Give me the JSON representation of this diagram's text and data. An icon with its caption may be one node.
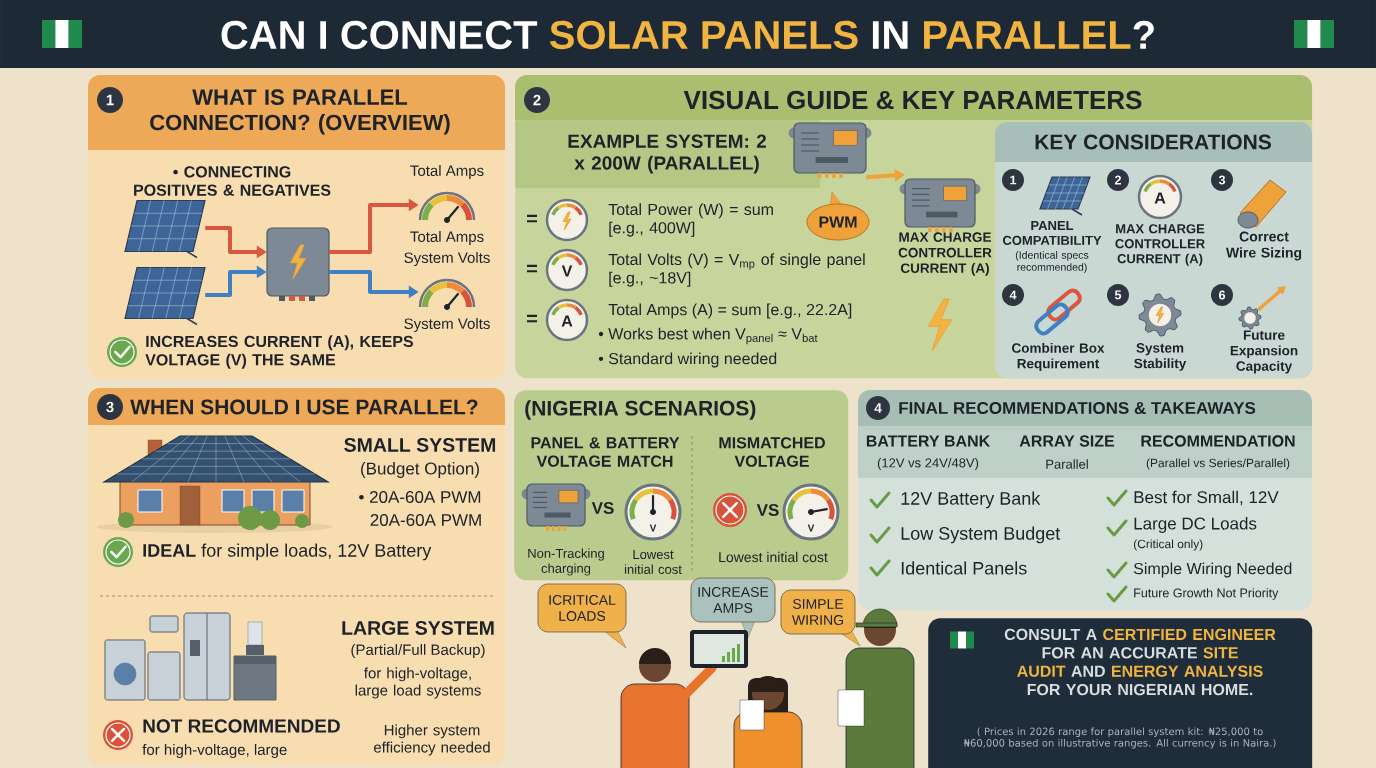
{
  "diagram": {
    "title": "CAN I CONNECT **SOLAR PANELS** IN **PARALLEL**?",
    "nodes": [
      {
        "text": [
          "WHAT IS PARALLEL CONNECTION? (OVERVIEW)",
          "• CONNECTING POSITIVES & NEGATIVES",
          "INCREASES CURRENT (A), KEEPS VOLTAGE (V) THE SAME"
        ]
      },
      {
        "text": [
          "1"
        ],
        "in": 0
      },
      {
        "text": [],
        "shape": "picture",
        "in": 0
      },
      {
        "text": [],
        "shape": "picture",
        "in": 0
      },
      {
        "text": [],
        "shape": "picture",
        "in": 0
      },
      {
        "text": [],
        "shape": "picture",
        "in": 0,
        "beside": [
          "Total Amps",
          "Total Amps"
        ]
      },
      {
        "text": [],
        "shape": "picture",
        "in": 0,
        "beside": [
          "System Volts",
          "System Volts"
        ]
      },
      {
        "text": [
          "VISUAL GUIDE & KEY PARAMETERS"
        ]
      },
      {
        "text": [
          "2"
        ],
        "in": 7
      },
      {
        "text": [
          "EXAMPLE SYSTEM: 2 x 200W (PARALLEL)"
        ],
        "in": 7
      },
      {
        "text": [],
        "shape": "circle",
        "in": 7
      },
      {
        "text": [
          "V"
        ],
        "in": 7
      },
      {
        "text": [
          "A"
        ],
        "in": 7
      },
      {
        "text": [],
        "shape": "picture",
        "in": 7
      },
      {
        "text": [],
        "shape": "picture",
        "in": 7,
        "beside": [
          "MAX CHARGE CONTROLLER CURRENT (A)"
        ]
      },
      {
        "text": [
          "PWM"
        ],
        "in": 7
      },
      {
        "text": [
          "KEY CONSIDERATIONS"
        ],
        "in": 7
      },
      {
        "text": [
          "1"
        ],
        "in": 16
      },
      {
        "text": [
          "2"
        ],
        "in": 16
      },
      {
        "text": [
          "3"
        ],
        "in": 16
      },
      {
        "text": [
          "4"
        ],
        "in": 16
      },
      {
        "text": [
          "5"
        ],
        "in": 16
      },
      {
        "text": [
          "6"
        ],
        "in": 16
      },
      {
        "text": [
          "A"
        ],
        "in": 16
      },
      {
        "text": [
          "WHEN SHOULD I USE PARALLEL?"
        ]
      },
      {
        "text": [
          "3"
        ],
        "in": 24
      },
      {
        "text": [
          "(NIGERIA SCENARIOS)",
          "PANEL & BATTERY VOLTAGE MATCH",
          "MISMATCHED VOLTAGE"
        ]
      },
      {
        "text": [
          "FINAL RECOMMENDATIONS & TAKEAWAYS"
        ]
      },
      {
        "text": [
          "4"
        ],
        "in": 27
      },
      {
        "text": [
          "ICRITICAL LOADS"
        ]
      },
      {
        "text": [
          "INCREASE AMPS"
        ]
      },
      {
        "text": [
          "SIMPLE WIRING"
        ]
      },
      {
        "text": [
          "CONSULT A **CERTIFIED ENGINEER** FOR AN ACCURATE **SITE AUDIT** AND **ENERGY ANALYSIS** FOR YOUR NIGERIAN HOME.",
          "( Prices in 2026 range for parallel system kit: ₦25,000 to ₦60,000 based on illustrative ranges. All currency is in Naira.)"
        ]
      }
    ],
    "edges": [
      {
        "from": 2,
        "to": 4,
        "arrow": "to",
        "color": "#d9573f"
      },
      {
        "from": 3,
        "to": 4,
        "arrow": "to",
        "color": "#3f7fc2"
      },
      {
        "from": 4,
        "to": 5,
        "arrow": "to",
        "color": "#d9573f"
      },
      {
        "from": 4,
        "to": 6,
        "arrow": "to",
        "color": "#3f7fc2"
      },
      {
        "from": 13,
        "to": 14,
        "arrow": "to",
        "color": "#f0a23a"
      }
    ],
    "labels": [
      "=",
      "Total Power (W) = sum [e.g., 400W]",
      "=",
      "Total Volts (V) = V$_{mp}$ of single panel [e.g., ~18V]",
      "=",
      "Total Amps (A) = sum [e.g., 22.2A]",
      "• Works best when V$_{panel}$ ≈ V$_{bat}$",
      "• Standard wiring needed",
      "PANEL COMPATIBILITY",
      "(Identical specs recommended)",
      "MAX CHARGE CONTROLLER CURRENT (A)",
      "Correct Wire Sizing",
      "Combiner Box Requirement",
      "System Stability",
      "Future Expansion Capacity",
      "SMALL SYSTEM",
      "(Budget Option)",
      "• 20A-60A PWM",
      "20A-60A PWM",
      "**IDEAL** for simple loads, 12V Battery",
      "LARGE SYSTEM",
      "(Partial/Full Backup)",
      "for high-voltage, large load systems",
      "NOT RECOMMENDED",
      "for high-voltage, large",
      "Higher system efficiency needed",
      "VS",
      "V",
      "VS",
      "V",
      "Non-Tracking charging",
      "Lowest initial cost",
      "Lowest initial cost",
      "BATTERY BANK",
      "(12V vs 24V/48V)",
      "ARRAY SIZE",
      "Parallel",
      "RECOMMENDATION",
      "(Parallel vs Series/Parallel)",
      "12V Battery Bank",
      "Best for Small, 12V",
      "Low System Budget",
      "Large DC Loads",
      "(Critical only)",
      "Identical Panels",
      "Simple Wiring Needed",
      "Future Growth Not Priority"
    ]
  }
}
